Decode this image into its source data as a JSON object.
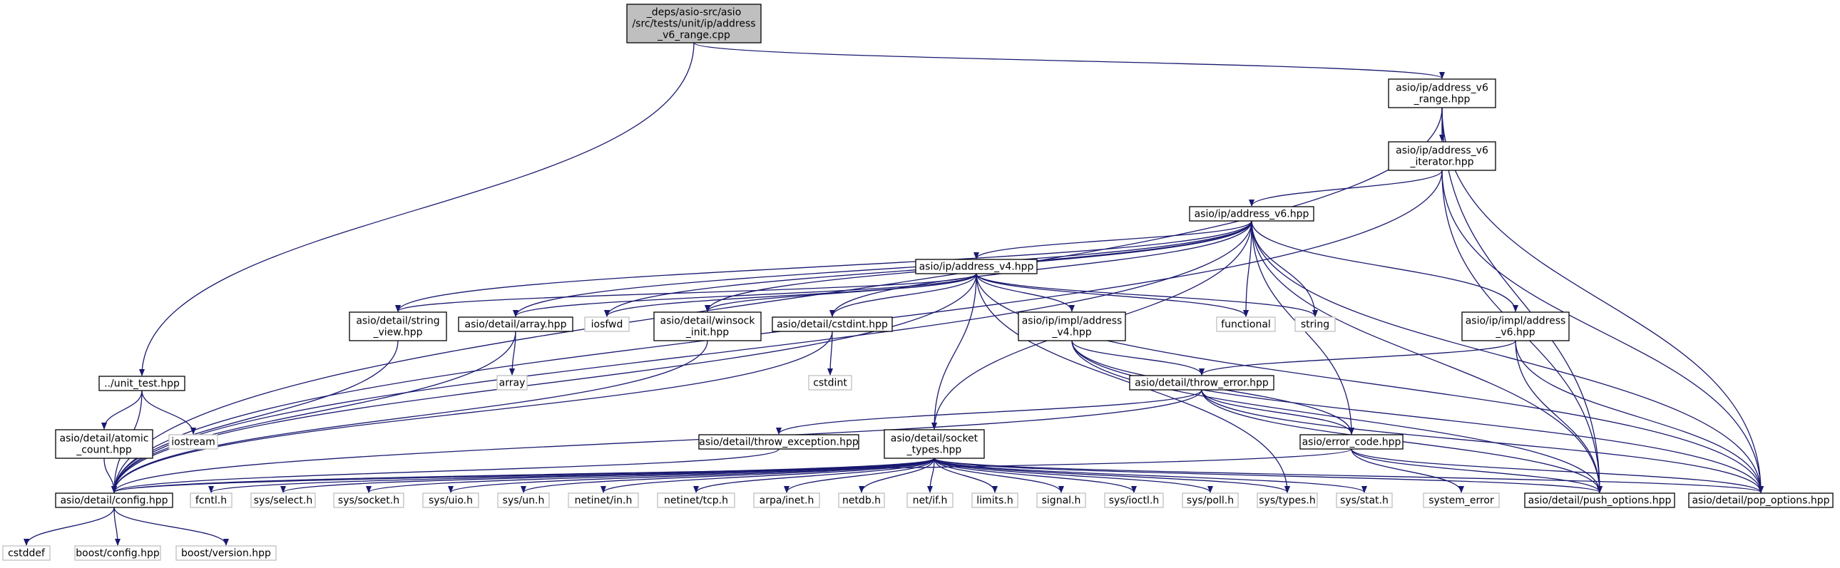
{
  "graph": {
    "nodes": [
      {
        "id": "root",
        "lines": [
          "_deps/asio-src/asio",
          "/src/tests/unit/ip/address",
          "_v6_range.cpp"
        ]
      },
      {
        "id": "range",
        "lines": [
          "asio/ip/address_v6",
          "_range.hpp"
        ]
      },
      {
        "id": "iter",
        "lines": [
          "asio/ip/address_v6",
          "_iterator.hpp"
        ]
      },
      {
        "id": "v6",
        "lines": [
          "asio/ip/address_v6.hpp"
        ]
      },
      {
        "id": "v4",
        "lines": [
          "asio/ip/address_v4.hpp"
        ]
      },
      {
        "id": "stringview",
        "lines": [
          "asio/detail/string",
          "_view.hpp"
        ]
      },
      {
        "id": "arrayhpp",
        "lines": [
          "asio/detail/array.hpp"
        ]
      },
      {
        "id": "iosfwd",
        "lines": [
          "iosfwd"
        ]
      },
      {
        "id": "winsock",
        "lines": [
          "asio/detail/winsock",
          "_init.hpp"
        ]
      },
      {
        "id": "cstdinthpp",
        "lines": [
          "asio/detail/cstdint.hpp"
        ]
      },
      {
        "id": "implv4",
        "lines": [
          "asio/ip/impl/address",
          "_v4.hpp"
        ]
      },
      {
        "id": "functional",
        "lines": [
          "functional"
        ]
      },
      {
        "id": "string",
        "lines": [
          "string"
        ]
      },
      {
        "id": "implv6",
        "lines": [
          "asio/ip/impl/address",
          "_v6.hpp"
        ]
      },
      {
        "id": "unittest",
        "lines": [
          "../unit_test.hpp"
        ]
      },
      {
        "id": "atomic",
        "lines": [
          "asio/detail/atomic",
          "_count.hpp"
        ]
      },
      {
        "id": "iostream",
        "lines": [
          "iostream"
        ]
      },
      {
        "id": "array",
        "lines": [
          "array"
        ]
      },
      {
        "id": "cstdint",
        "lines": [
          "cstdint"
        ]
      },
      {
        "id": "throwerror",
        "lines": [
          "asio/detail/throw_error.hpp"
        ]
      },
      {
        "id": "throwexc",
        "lines": [
          "asio/detail/throw_exception.hpp"
        ]
      },
      {
        "id": "socktypes",
        "lines": [
          "asio/detail/socket",
          "_types.hpp"
        ]
      },
      {
        "id": "errcode",
        "lines": [
          "asio/error_code.hpp"
        ]
      },
      {
        "id": "config",
        "lines": [
          "asio/detail/config.hpp"
        ]
      },
      {
        "id": "fcntl",
        "lines": [
          "fcntl.h"
        ]
      },
      {
        "id": "sysselect",
        "lines": [
          "sys/select.h"
        ]
      },
      {
        "id": "syssocket",
        "lines": [
          "sys/socket.h"
        ]
      },
      {
        "id": "sysuio",
        "lines": [
          "sys/uio.h"
        ]
      },
      {
        "id": "sysun",
        "lines": [
          "sys/un.h"
        ]
      },
      {
        "id": "netinetin",
        "lines": [
          "netinet/in.h"
        ]
      },
      {
        "id": "netinettcp",
        "lines": [
          "netinet/tcp.h"
        ]
      },
      {
        "id": "arpainet",
        "lines": [
          "arpa/inet.h"
        ]
      },
      {
        "id": "netdb",
        "lines": [
          "netdb.h"
        ]
      },
      {
        "id": "netif",
        "lines": [
          "net/if.h"
        ]
      },
      {
        "id": "limits",
        "lines": [
          "limits.h"
        ]
      },
      {
        "id": "signal",
        "lines": [
          "signal.h"
        ]
      },
      {
        "id": "sysioctl",
        "lines": [
          "sys/ioctl.h"
        ]
      },
      {
        "id": "syspoll",
        "lines": [
          "sys/poll.h"
        ]
      },
      {
        "id": "systypes",
        "lines": [
          "sys/types.h"
        ]
      },
      {
        "id": "sysstat",
        "lines": [
          "sys/stat.h"
        ]
      },
      {
        "id": "syserror",
        "lines": [
          "system_error"
        ]
      },
      {
        "id": "push",
        "lines": [
          "asio/detail/push_options.hpp"
        ]
      },
      {
        "id": "pop",
        "lines": [
          "asio/detail/pop_options.hpp"
        ]
      },
      {
        "id": "cstddef",
        "lines": [
          "cstddef"
        ]
      },
      {
        "id": "boostconfig",
        "lines": [
          "boost/config.hpp"
        ]
      },
      {
        "id": "boostversion",
        "lines": [
          "boost/version.hpp"
        ]
      }
    ],
    "edges": [
      [
        "root",
        "range"
      ],
      [
        "root",
        "unittest"
      ],
      [
        "range",
        "iter"
      ],
      [
        "range",
        "config"
      ],
      [
        "range",
        "push"
      ],
      [
        "range",
        "pop"
      ],
      [
        "iter",
        "v6"
      ],
      [
        "iter",
        "config"
      ],
      [
        "iter",
        "push"
      ],
      [
        "iter",
        "pop"
      ],
      [
        "v6",
        "v4"
      ],
      [
        "v6",
        "config"
      ],
      [
        "v6",
        "stringview"
      ],
      [
        "v6",
        "arrayhpp"
      ],
      [
        "v6",
        "iosfwd"
      ],
      [
        "v6",
        "winsock"
      ],
      [
        "v6",
        "cstdinthpp"
      ],
      [
        "v6",
        "functional"
      ],
      [
        "v6",
        "string"
      ],
      [
        "v6",
        "socktypes"
      ],
      [
        "v6",
        "errcode"
      ],
      [
        "v6",
        "implv6"
      ],
      [
        "v6",
        "push"
      ],
      [
        "v6",
        "pop"
      ],
      [
        "v4",
        "config"
      ],
      [
        "v4",
        "stringview"
      ],
      [
        "v4",
        "arrayhpp"
      ],
      [
        "v4",
        "iosfwd"
      ],
      [
        "v4",
        "winsock"
      ],
      [
        "v4",
        "cstdinthpp"
      ],
      [
        "v4",
        "implv4"
      ],
      [
        "v4",
        "functional"
      ],
      [
        "v4",
        "string"
      ],
      [
        "v4",
        "socktypes"
      ],
      [
        "v4",
        "systypes"
      ],
      [
        "v4",
        "pop"
      ],
      [
        "stringview",
        "config"
      ],
      [
        "arrayhpp",
        "array"
      ],
      [
        "arrayhpp",
        "config"
      ],
      [
        "winsock",
        "config"
      ],
      [
        "cstdinthpp",
        "cstdint"
      ],
      [
        "cstdinthpp",
        "config"
      ],
      [
        "implv4",
        "throwerror"
      ],
      [
        "implv4",
        "errcode"
      ],
      [
        "implv4",
        "push"
      ],
      [
        "implv4",
        "pop"
      ],
      [
        "implv6",
        "throwerror"
      ],
      [
        "implv6",
        "push"
      ],
      [
        "implv6",
        "pop"
      ],
      [
        "unittest",
        "atomic"
      ],
      [
        "unittest",
        "iostream"
      ],
      [
        "unittest",
        "config"
      ],
      [
        "atomic",
        "config"
      ],
      [
        "throwerror",
        "config"
      ],
      [
        "throwerror",
        "throwexc"
      ],
      [
        "throwerror",
        "errcode"
      ],
      [
        "throwerror",
        "push"
      ],
      [
        "throwerror",
        "pop"
      ],
      [
        "throwexc",
        "config"
      ],
      [
        "socktypes",
        "config"
      ],
      [
        "socktypes",
        "fcntl"
      ],
      [
        "socktypes",
        "sysselect"
      ],
      [
        "socktypes",
        "syssocket"
      ],
      [
        "socktypes",
        "sysuio"
      ],
      [
        "socktypes",
        "sysun"
      ],
      [
        "socktypes",
        "netinetin"
      ],
      [
        "socktypes",
        "netinettcp"
      ],
      [
        "socktypes",
        "arpainet"
      ],
      [
        "socktypes",
        "netdb"
      ],
      [
        "socktypes",
        "netif"
      ],
      [
        "socktypes",
        "limits"
      ],
      [
        "socktypes",
        "signal"
      ],
      [
        "socktypes",
        "sysioctl"
      ],
      [
        "socktypes",
        "syspoll"
      ],
      [
        "socktypes",
        "systypes"
      ],
      [
        "socktypes",
        "sysstat"
      ],
      [
        "socktypes",
        "push"
      ],
      [
        "socktypes",
        "pop"
      ],
      [
        "errcode",
        "config"
      ],
      [
        "errcode",
        "syserror"
      ],
      [
        "errcode",
        "push"
      ],
      [
        "errcode",
        "pop"
      ],
      [
        "config",
        "cstddef"
      ],
      [
        "config",
        "boostconfig"
      ],
      [
        "config",
        "boostversion"
      ]
    ]
  }
}
